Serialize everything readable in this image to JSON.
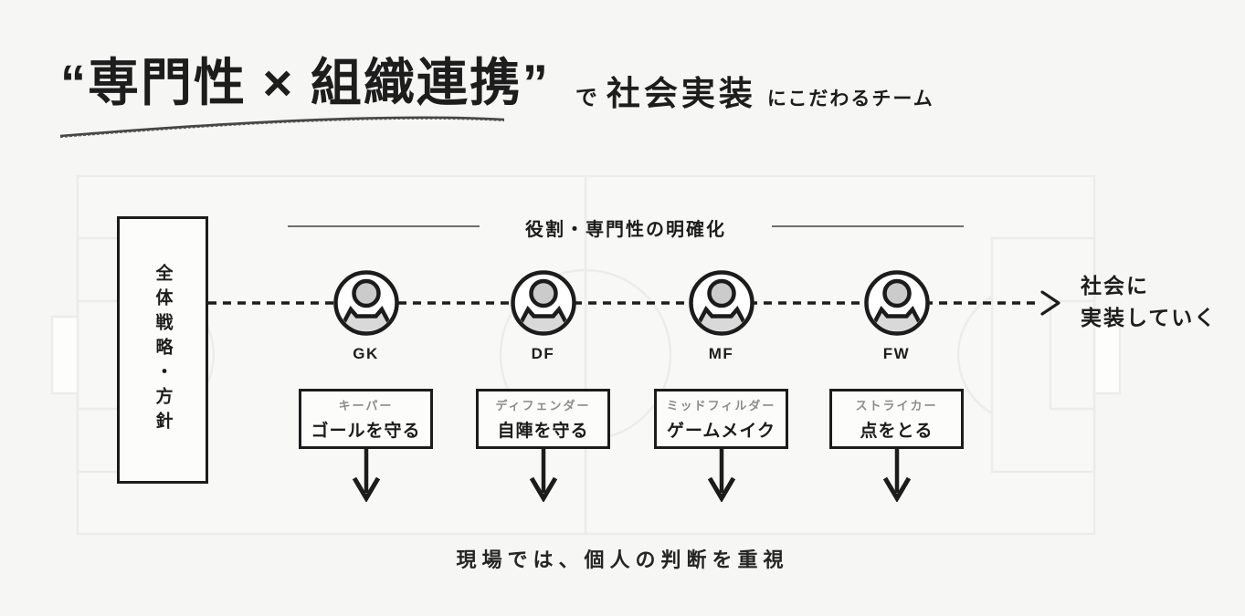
{
  "page": {
    "background": "#f6f6f4",
    "ink": "#1c1c1c",
    "muted_gray": "#8c8c8c",
    "divider_gray": "#6f6f6f",
    "field_line": "#ececea",
    "icon_fill_gray": "#d2d2d2"
  },
  "title": {
    "headline": "“専門性 × 組織連携”",
    "connector": "で",
    "emphasis": "社会実装",
    "suffix": "にこだわるチーム"
  },
  "diagram": {
    "section_label": "役割・専門性の明確化",
    "strategy_label": "全体戦略・方針",
    "roles": [
      {
        "code": "GK",
        "name": "キーパー",
        "duty": "ゴールを守る"
      },
      {
        "code": "DF",
        "name": "ディフェンダー",
        "duty": "自陣を守る"
      },
      {
        "code": "MF",
        "name": "ミッドフィルダー",
        "duty": "ゲームメイク"
      },
      {
        "code": "FW",
        "name": "ストライカー",
        "duty": "点をとる"
      }
    ],
    "outcome": {
      "line1": "社会に",
      "line2": "実装していく"
    },
    "bottom_note": "現場では、個人の判断を重視"
  },
  "icons": {
    "person": "person-icon",
    "flow_arrow": "dashed-right-arrow-icon",
    "drop_arrow": "down-arrow-icon",
    "underline": "marker-underline"
  }
}
